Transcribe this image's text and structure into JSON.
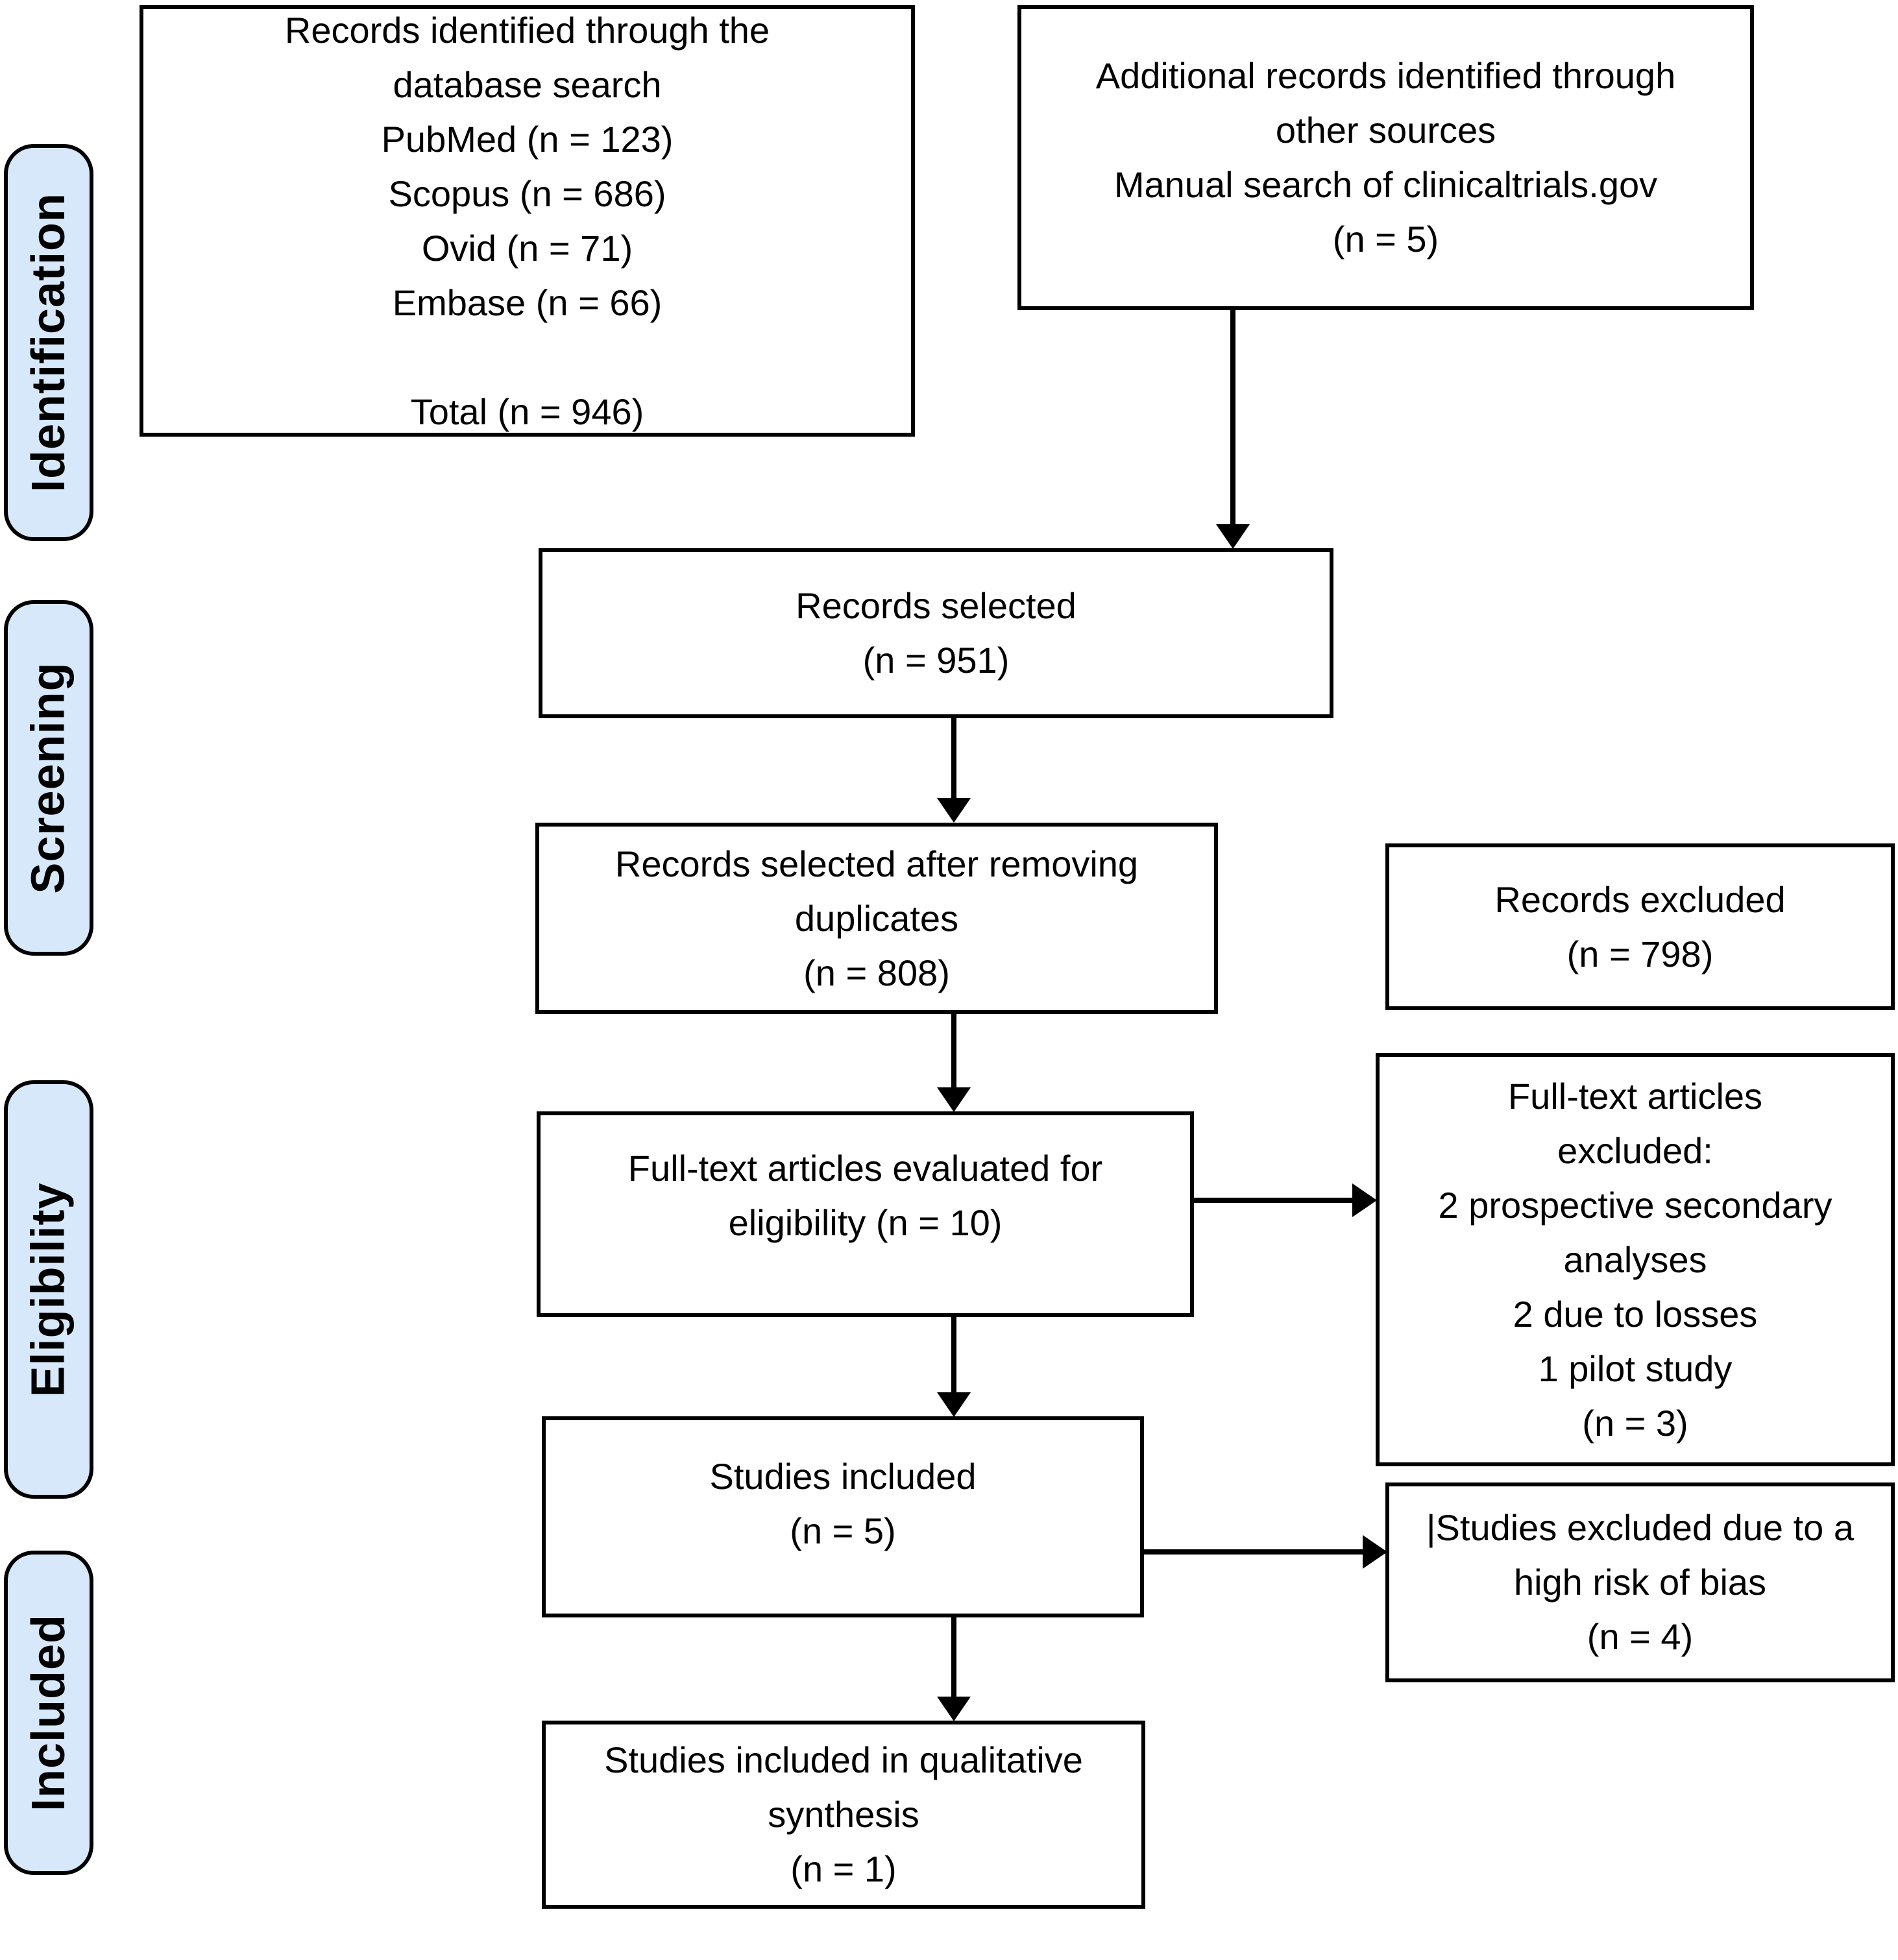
{
  "stages": [
    {
      "label": "Identification"
    },
    {
      "label": "Screening"
    },
    {
      "label": "Eligibility"
    },
    {
      "label": "Included"
    }
  ],
  "boxes": {
    "identified": {
      "lines": [
        "Records identified through the",
        "database search",
        "PubMed (n = 123)",
        "Scopus (n = 686)",
        "Ovid (n = 71)",
        "Embase (n = 66)",
        "",
        "Total (n = 946)"
      ]
    },
    "additional": {
      "lines": [
        "Additional records identified through",
        "other sources",
        "Manual search of clinicaltrials.gov",
        "(n = 5)"
      ]
    },
    "selected": {
      "lines": [
        "Records selected",
        "(n = 951)"
      ]
    },
    "deduplicated": {
      "lines": [
        "Records selected after removing",
        "duplicates",
        "(n = 808)"
      ]
    },
    "records_excluded": {
      "lines": [
        "Records excluded",
        "(n = 798)"
      ]
    },
    "fulltext": {
      "lines": [
        "Full-text articles evaluated for",
        "eligibility (n = 10)"
      ]
    },
    "fulltext_excluded": {
      "lines": [
        "Full-text articles",
        "excluded:",
        "2 prospective secondary",
        "analyses",
        "2 due to losses",
        "1 pilot study",
        "(n = 3)"
      ]
    },
    "studies_included": {
      "lines": [
        "Studies included",
        "(n = 5)"
      ]
    },
    "bias_excluded": {
      "lines": [
        "|Studies excluded due to a",
        "high risk of bias",
        "(n = 4)"
      ]
    },
    "qualitative": {
      "lines": [
        "Studies included in qualitative",
        "synthesis",
        "(n = 1)"
      ]
    }
  },
  "colors": {
    "stage_fill": "#D6E8F9",
    "line": "#000000",
    "background": "#FFFFFF"
  }
}
